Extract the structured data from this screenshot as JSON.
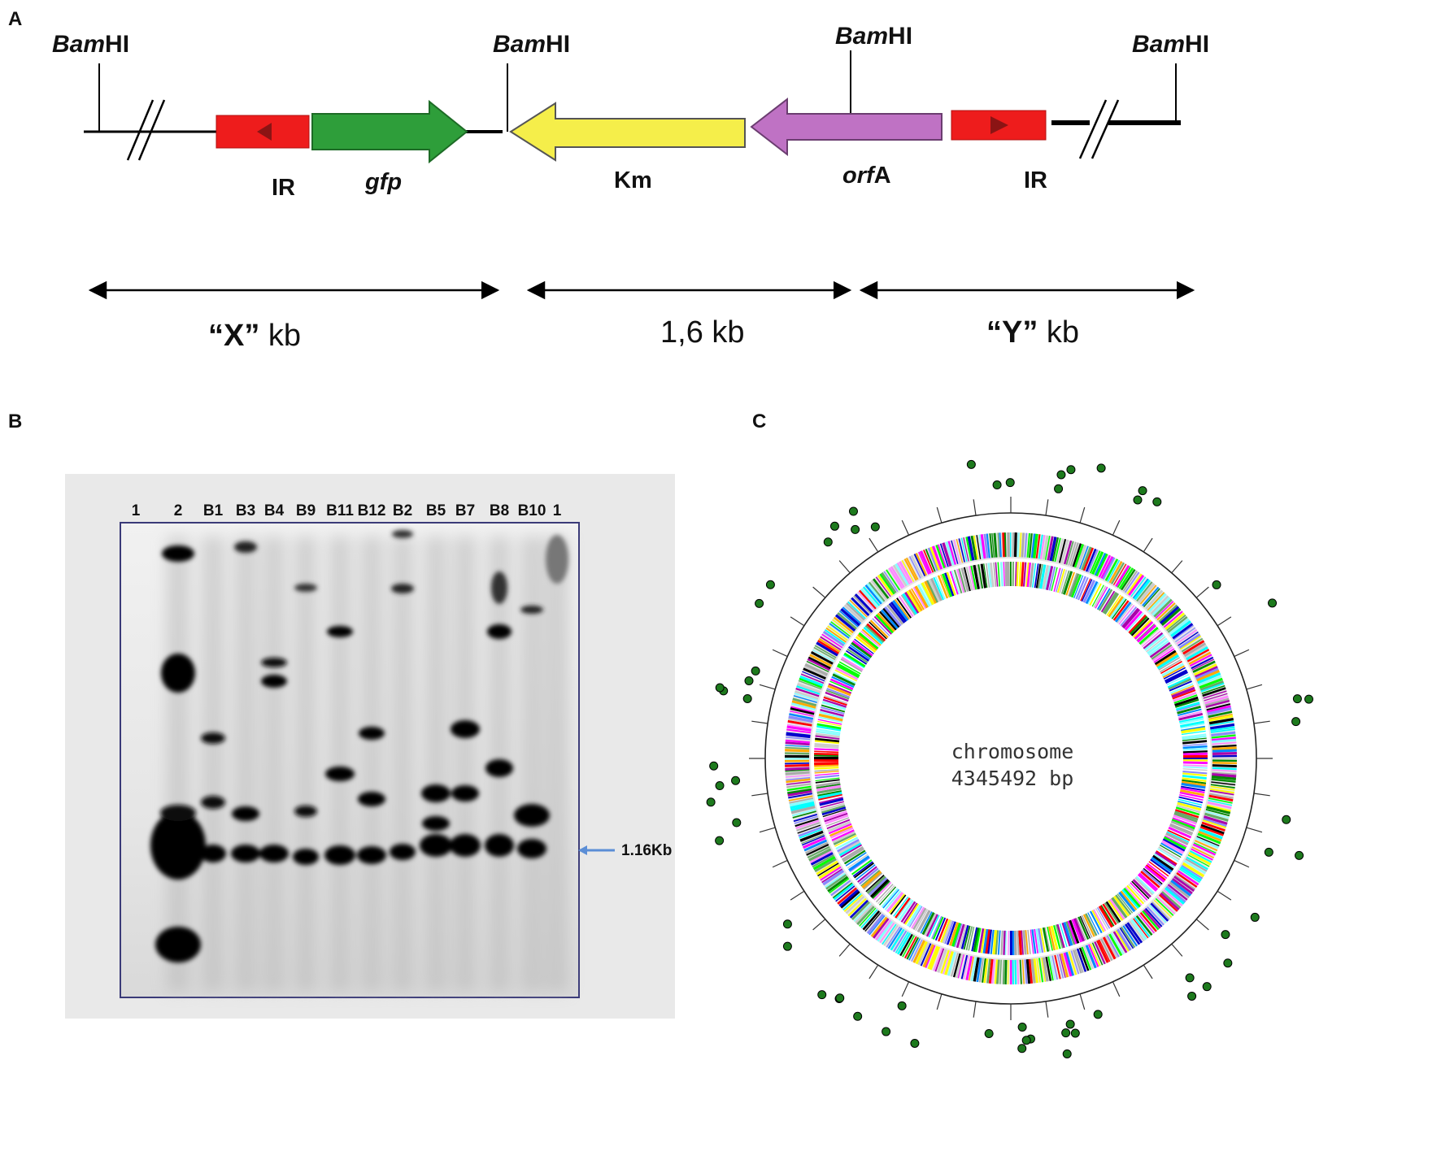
{
  "panels": {
    "a": "A",
    "b": "B",
    "c": "C"
  },
  "map": {
    "sites": [
      {
        "italic": "Bam",
        "rest": "HI"
      },
      {
        "italic": "Bam",
        "rest": "HI"
      },
      {
        "italic": "Bam",
        "rest": "HI"
      },
      {
        "italic": "Bam",
        "rest": "HI"
      }
    ],
    "elements": {
      "ir_left": "IR",
      "gfp": "gfp",
      "km": "Km",
      "orfa_italic": "orf",
      "orfa_rest": "A",
      "ir_right": "IR"
    },
    "colors": {
      "ir": "#ee1c1c",
      "ir_marker": "#8b1414",
      "gfp": "#2e9e3a",
      "km": "#f5ee4a",
      "orfa": "#bf72c4"
    },
    "sizes": [
      {
        "bold": "“X”",
        "unit": " kb"
      },
      {
        "bold": "",
        "unit": "1,6 kb"
      },
      {
        "bold": "“Y”",
        "unit": " kb"
      }
    ]
  },
  "blot": {
    "lanes": [
      "1",
      "2",
      "B1",
      "B3",
      "B4",
      "B9",
      "B11",
      "B12",
      "B2",
      "B5",
      "B7",
      "B8",
      "B10",
      "1"
    ],
    "marker_label": "1.16Kb",
    "marker_color": "#5b8ed6"
  },
  "genome": {
    "name": "chromosome",
    "length": "4345492 bp",
    "dot_color": "#1d7a1d"
  }
}
